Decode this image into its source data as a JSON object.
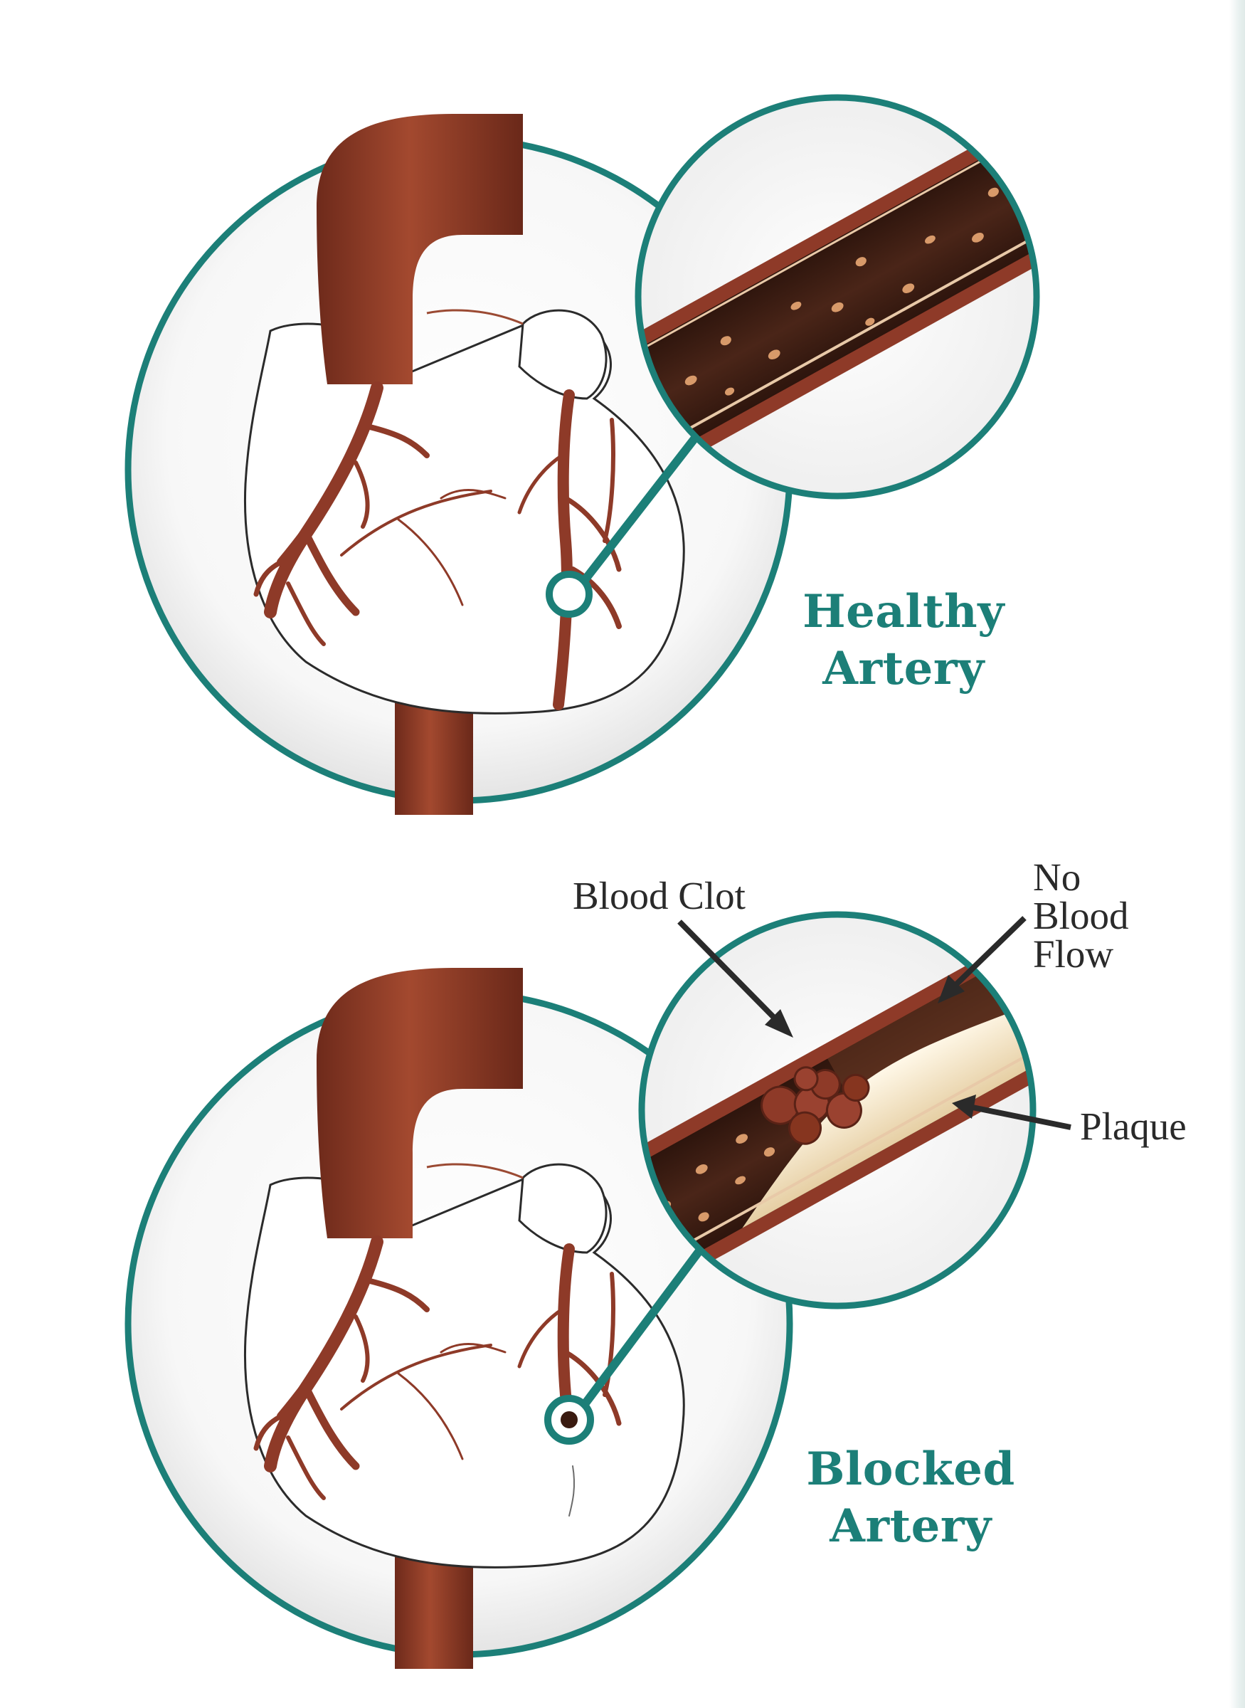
{
  "colors": {
    "teal": "#1c7f78",
    "artery": "#8e3a28",
    "artery_dark": "#5a2216",
    "lumen": "#3e1f14",
    "blood_cell": "#d89a6a",
    "plaque": "#f3e6c8",
    "label_text": "#2a2a2a"
  },
  "healthy": {
    "caption_line1": "Healthy",
    "caption_line2": "Artery"
  },
  "blocked": {
    "caption_line1": "Blocked",
    "caption_line2": "Artery",
    "labels": {
      "blood_clot": "Blood Clot",
      "no_flow_1": "No",
      "no_flow_2": "Blood",
      "no_flow_3": "Flow",
      "plaque": "Plaque"
    }
  }
}
